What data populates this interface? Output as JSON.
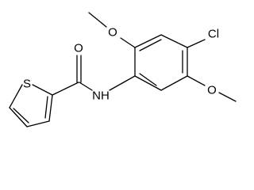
{
  "molecule": {
    "atom_labels": {
      "sulfur": "S",
      "carbonyl_oxygen": "O",
      "amide_nh": "NH",
      "methoxy_top_oxygen": "O",
      "chlorine": "Cl",
      "methoxy_bottom_oxygen": "O"
    },
    "colors": {
      "bond": "#000000",
      "text": "#000000",
      "background": "#ffffff"
    }
  }
}
